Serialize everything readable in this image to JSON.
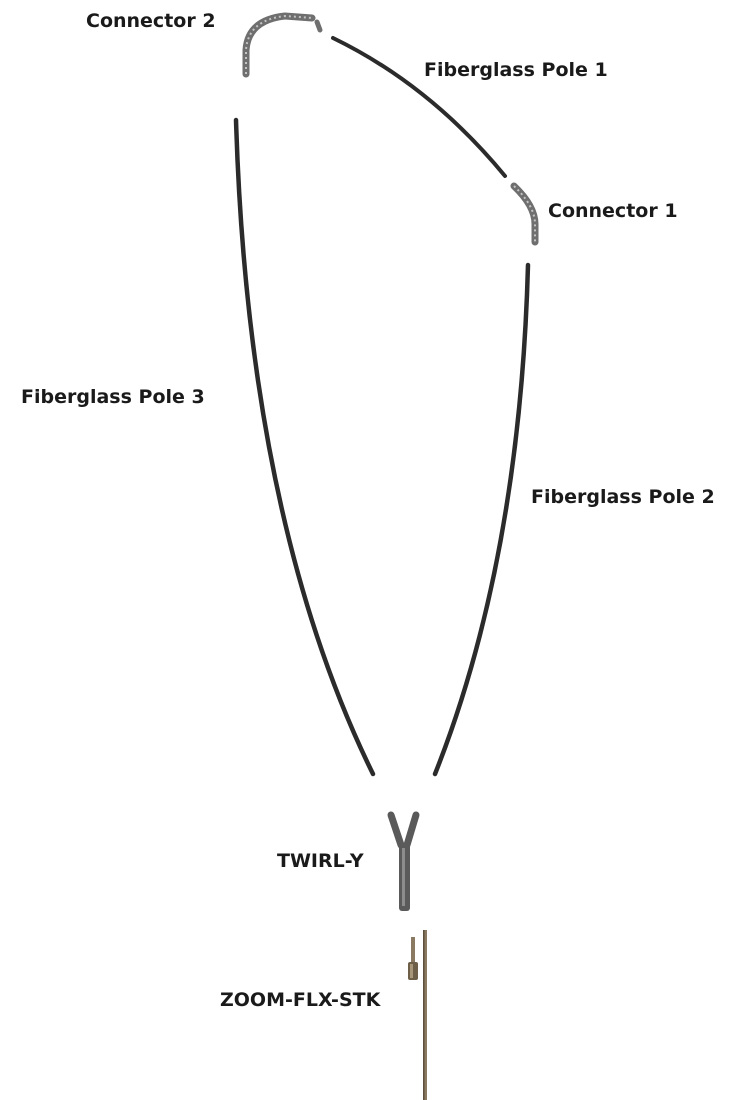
{
  "labels": {
    "connector_2": "Connector 2",
    "fiberglass_pole_1": "Fiberglass Pole 1",
    "connector_1": "Connector 1",
    "fiberglass_pole_3": "Fiberglass Pole 3",
    "fiberglass_pole_2": "Fiberglass Pole 2",
    "twirl_y": "TWIRL-Y",
    "zoom_flx_stk": "ZOOM-FLX-STK"
  },
  "colors": {
    "pole": "#2b2b2b",
    "connector": "#7a7a7a",
    "connector_highlight": "#bdbdbd",
    "twirl_y": "#5a5a5a",
    "stake": "#8a7a62",
    "stake_dark": "#5c4f3c",
    "label_text": "#1a1a1a"
  }
}
